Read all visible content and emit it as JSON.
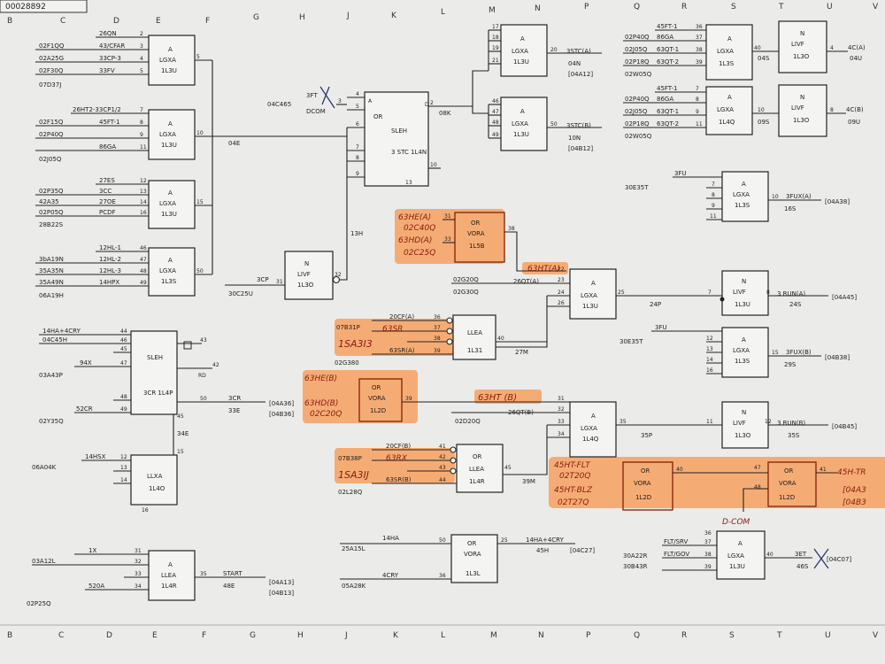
{
  "doc_id": "00028892",
  "columns": [
    "B",
    "C",
    "D",
    "E",
    "F",
    "G",
    "H",
    "J",
    "K",
    "L",
    "M",
    "N",
    "P",
    "Q",
    "R",
    "S",
    "T",
    "U",
    "V"
  ],
  "gates": {
    "g1": {
      "type": "A",
      "name": "LGXA",
      "loc": "1L3U"
    },
    "g2": {
      "type": "A",
      "name": "LGXA",
      "loc": "1L3U"
    },
    "g3": {
      "type": "A",
      "name": "LGXA",
      "loc": "1L3U"
    },
    "g4": {
      "type": "A",
      "name": "LGXA",
      "loc": "1L3S"
    },
    "g5": {
      "type": "",
      "name": "SLEH",
      "loc": "3CR 1L4P"
    },
    "g6": {
      "type": "",
      "name": "LLXA",
      "loc": "1L4O"
    },
    "g7": {
      "type": "A",
      "name": "LLEA",
      "loc": "1L4R"
    },
    "g8": {
      "type": "N",
      "name": "LIVF",
      "loc": "1L3O"
    },
    "g9": {
      "type": "OR",
      "name": "SLEH",
      "loc": "3 STC 1L4N"
    },
    "g10": {
      "type": "OR",
      "name": "VORA",
      "loc": "1L5B"
    },
    "g11": {
      "type": "",
      "name": "LLEA",
      "loc": "1L31"
    },
    "g12": {
      "type": "OR",
      "name": "VORA",
      "loc": "1L2D"
    },
    "g13": {
      "type": "OR",
      "name": "LLEA",
      "loc": "1L4R"
    },
    "g14": {
      "type": "OR",
      "name": "VORA",
      "loc": "1L3L"
    },
    "g15": {
      "type": "A",
      "name": "LGXA",
      "loc": "1L3U"
    },
    "g16": {
      "type": "A",
      "name": "LGXA",
      "loc": "1L3U"
    },
    "g17": {
      "type": "A",
      "name": "LGXA",
      "loc": "1L3U"
    },
    "g18": {
      "type": "A",
      "name": "LGXA",
      "loc": "1L4Q"
    },
    "g19": {
      "type": "OR",
      "name": "VORA",
      "loc": "1L2D"
    },
    "g20": {
      "type": "A",
      "name": "LGXA",
      "loc": "1L3S"
    },
    "g21": {
      "type": "N",
      "name": "LIVF",
      "loc": "1L3O"
    },
    "g22": {
      "type": "A",
      "name": "LGXA",
      "loc": "1L4Q"
    },
    "g23": {
      "type": "N",
      "name": "LIVF",
      "loc": "1L3O"
    },
    "g24": {
      "type": "A",
      "name": "LGXA",
      "loc": "1L3S"
    },
    "g25": {
      "type": "N",
      "name": "LIVF",
      "loc": "1L3U"
    },
    "g26": {
      "type": "A",
      "name": "LGXA",
      "loc": "1L3S"
    },
    "g27": {
      "type": "N",
      "name": "LIVF",
      "loc": "1L3O"
    },
    "g28": {
      "type": "OR",
      "name": "VORA",
      "loc": "1L2D"
    },
    "g29": {
      "type": "A",
      "name": "LGXA",
      "loc": "1L3U"
    }
  },
  "signals": {
    "s_26qn": "26QN",
    "s_43cfar": "43/CFAR",
    "s_33cp3": "33CP-3",
    "s_33fv": "33FV",
    "s_02f1qq": "02F1QQ",
    "s_02a25g": "02A25G",
    "s_02f30q": "02F30Q",
    "s_07d37j": "07D37J",
    "s_26ht2": "26HT2-33CP1/2",
    "s_45ft1a": "45FT-1",
    "s_86ga": "86GA",
    "s_02f15q": "02F15Q",
    "s_02p40q": "02P40Q",
    "s_02j05q": "02J05Q",
    "s_27es": "27ES",
    "s_3cc": "3CC",
    "s_27oe": "27OE",
    "s_pcdf": "PCDF",
    "s_02p35q": "02P35Q",
    "s_42a35": "42A35",
    "s_02p05q": "02P05Q",
    "s_28b22s": "28B22S",
    "s_12hl1": "12HL-1",
    "s_12hl2": "12HL-2",
    "s_12hl3": "12HL-3",
    "s_14hpx": "14HPX",
    "s_3ba19n": "3bA19N",
    "s_35a35n": "35A35N",
    "s_35a49n": "35A49N",
    "s_06a19h": "06A19H",
    "s_14ha4cry": "14HA+4CRY",
    "s_04c45h": "04C45H",
    "s_94x": "94X",
    "s_03a43p": "03A43P",
    "s_52cr": "52CR",
    "s_02y35q": "02Y35Q",
    "s_3cr": "3CR",
    "s_33e": "33E",
    "s_04a36": "[04A36]",
    "s_04b36": "[04B36]",
    "s_34e": "34E",
    "s_14hsx": "14HSX",
    "s_06a04k": "06A04K",
    "s_1x": "1X",
    "s_03a12l": "03A12L",
    "s_520ax": "520A",
    "s_02p25q": "02P25Q",
    "s_start": "START",
    "s_48e": "48E",
    "s_04a13": "[04A13]",
    "s_04b13": "[04B13]",
    "s_04e": "04E",
    "s_3ft": "3FT",
    "s_04c465": "04C465",
    "s_dcom": "DCOM",
    "s_13h": "13H",
    "s_3cp": "3CP",
    "s_30c25u": "30C25U",
    "s_08k": "08K",
    "s_3stca": "3STC(A)",
    "s_04n": "04N",
    "s_04a12": "[04A12]",
    "s_3stcb": "3STC(B)",
    "s_10n": "10N",
    "s_04b12": "[04B12]",
    "s_02g20q": "02G20Q",
    "s_02g30q": "02G30Q",
    "s_26qta": "26QT(A)",
    "s_20cfa": "20CF(A)",
    "s_07b31p": "07B31P",
    "s_63sra": "63SR(A)",
    "s_02g380": "02G380",
    "s_27m": "27M",
    "s_63hta": "63HT(A)",
    "s_02d20q": "02D20Q",
    "s_26qtb": "26QT(B)",
    "s_63htb": "63HT (B)",
    "s_20cfb": "20CF(B)",
    "s_07b38p": "07B38P",
    "s_63srb": "63SR(B)",
    "s_02l28q": "02L28Q",
    "s_39m": "39M",
    "s_14ha": "14HA",
    "s_25a15l": "25A15L",
    "s_4cry": "4CRY",
    "s_05a28k": "05A28K",
    "s_14ha4cry2": "14HA+4CRY",
    "s_45h": "45H",
    "s_04c27": "[04C27]",
    "s_24p": "24P",
    "s_35p": "35P",
    "s_45ft1b": "45FT-1",
    "s_86ga2": "86GA",
    "s_63qt1": "63QT-1",
    "s_63qt2": "63QT-2",
    "s_02p40q2": "02P40Q",
    "s_02j05q2": "02J05Q",
    "s_02p18q": "02P18Q",
    "s_02w05q": "02W05Q",
    "s_04s": "04S",
    "s_4ca": "4C(A)",
    "s_04u": "04U",
    "s_45ft1c": "45FT-1",
    "s_86ga3": "86GA",
    "s_63qt1b": "63QT-1",
    "s_63qt2b": "63QT-2",
    "s_02p40q3": "02P40Q",
    "s_02j05q3": "02J05Q",
    "s_02p18q2": "02P18Q",
    "s_02w05q2": "02W05Q",
    "s_09s": "09S",
    "s_4cb": "4C(B)",
    "s_09u": "09U",
    "s_3fu": "3FU",
    "s_30e35t": "30E35T",
    "s_3fuxa": "3FUX(A)",
    "s_16s": "16S",
    "s_04a38": "[04A38]",
    "s_3runa": "3 RUN(A)",
    "s_24s": "24S",
    "s_04a45": "[04A45]",
    "s_3fu2": "3FU",
    "s_30e35t2": "30E35T",
    "s_3fuxb": "3FUX(B)",
    "s_29s": "29S",
    "s_04b38": "[04B38]",
    "s_3runb": "3 RUN(B)",
    "s_35s": "35S",
    "s_04b45": "[04B45]",
    "s_fltsrv": "FLT/SRV",
    "s_fltgov": "FLT/GOV",
    "s_30a22r": "30A22R",
    "s_30b43r": "30B43R",
    "s_3et": "3ET",
    "s_46s": "46S",
    "s_04c07": "[04C07]"
  },
  "handwritten": {
    "h1": "63HE(A)",
    "h2": "02C40Q",
    "h3": "63HD(A)",
    "h4": "02C25Q",
    "h5": "63HT(A)",
    "h6": "63SR",
    "h7": "1SA3I3",
    "h8": "63HE(B)",
    "h9": "63HD(B)",
    "h10": "02C20Q",
    "h11": "63RX",
    "h12": "1SA3IJ",
    "h13": "45HT-FLT",
    "h14": "02T20Q",
    "h15": "45HT-BLZ",
    "h16": "02T27Q",
    "h17": "45H-TR",
    "h18": "[04A3",
    "h19": "[04B3",
    "h20": "D-COM"
  },
  "pins": {}
}
